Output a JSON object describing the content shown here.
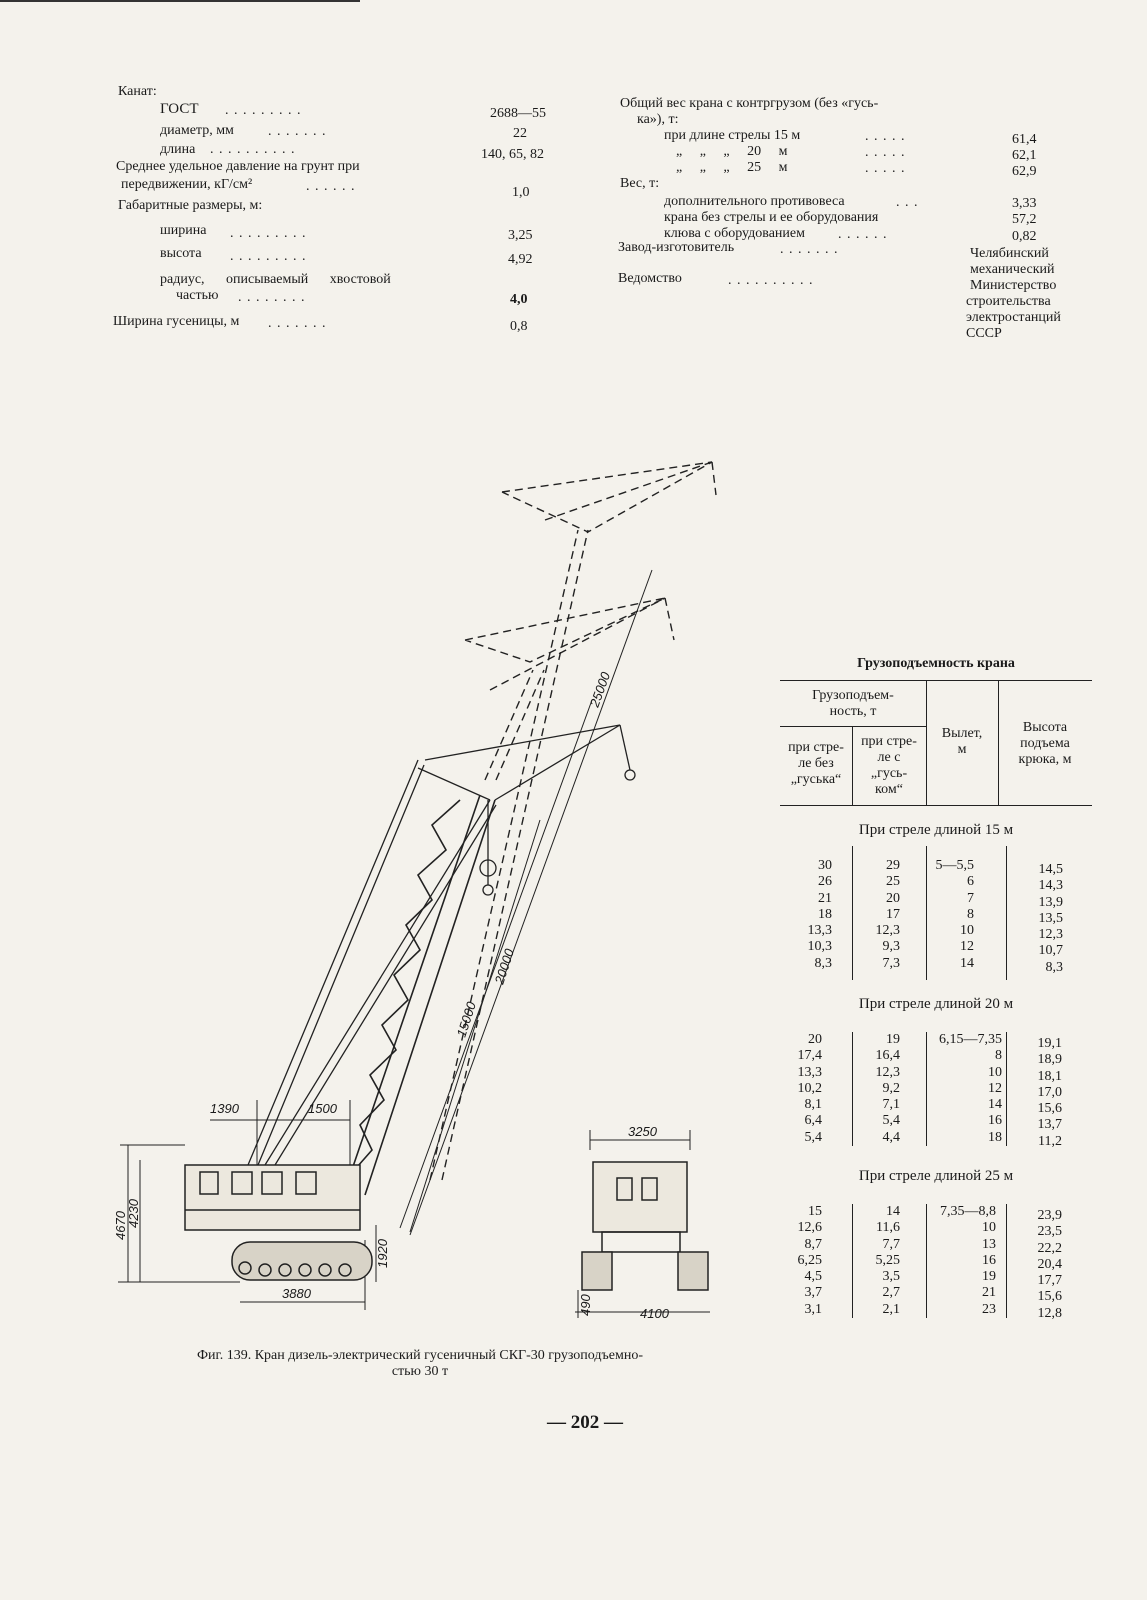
{
  "left_specs": {
    "kanat": "Канат:",
    "gost_label": "ГОСТ",
    "gost_value": "2688—55",
    "diameter_label": "диаметр, мм",
    "diameter_value": "22",
    "length_label": "длина",
    "length_value": "140, 65, 82",
    "pressure_label_1": "Среднее удельное давление на грунт при",
    "pressure_label_2": "передвижении, кГ/см²",
    "pressure_value": "1,0",
    "dims_label": "Габаритные размеры, м:",
    "width_label": "ширина",
    "width_value": "3,25",
    "height_label": "высота",
    "height_value": "4,92",
    "radius_label_1": "радиус, описываемый хвостовой",
    "radius_label_2": "частью",
    "radius_value": "4,0",
    "track_label": "Ширина гусеницы, м",
    "track_value": "0,8"
  },
  "right_specs": {
    "total_label_1": "Общий вес крана с контргрузом (без «гусь-",
    "total_label_2": "ка»), т:",
    "boom15_label": "при длине стрелы 15 м",
    "boom15_value": "61,4",
    "boom20_label": "„ „ „ 20 м",
    "boom20_value": "62,1",
    "boom25_label": "„ „ „ 25 м",
    "boom25_value": "62,9",
    "weight_label": "Вес, т:",
    "counter_label": "дополнительного противовеса",
    "counter_value": "3,33",
    "noboom_label": "крана без стрелы и ее оборудования",
    "noboom_value": "57,2",
    "jib_label": "клюва с оборудованием",
    "jib_value": "0,82",
    "maker_label": "Завод-изготовитель",
    "maker_value_1": "Челябинский",
    "maker_value_2": "механический",
    "dept_label": "Ведомство",
    "dept_value_1": "Министерство",
    "dept_value_2": "строительства",
    "dept_value_3": "электростанций",
    "dept_value_4": "СССР"
  },
  "capacity_table": {
    "title": "Грузоподъемность крана",
    "h_group_1": "Грузоподъем-",
    "h_group_2": "ность, т",
    "h_nojib_1": "при стре-",
    "h_nojib_2": "ле без",
    "h_nojib_3": "„гуська“",
    "h_jib_1": "при стре-",
    "h_jib_2": "ле с",
    "h_jib_3": "„гусь-",
    "h_jib_4": "ком“",
    "h_reach_1": "Вылет,",
    "h_reach_2": "м",
    "h_height_1": "Высота",
    "h_height_2": "подъема",
    "h_height_3": "крюка, м",
    "g15": {
      "title": "При стреле длиной 15 м",
      "nojib": "30\n26\n21\n18\n13,3\n10,3\n8,3",
      "jib": "29\n25\n20\n17\n12,3\n9,3\n7,3",
      "reach": "5—5,5\n6\n7\n8\n10\n12\n14",
      "height": "14,5\n14,3\n13,9\n13,5\n12,3\n10,7\n8,3"
    },
    "g20": {
      "title": "При стреле длиной 20 м",
      "nojib": "20\n17,4\n13,3\n10,2\n8,1\n6,4\n5,4",
      "jib": "19\n16,4\n12,3\n9,2\n7,1\n5,4\n4,4",
      "reach": "6,15—7,35\n8\n10\n12\n14\n16\n18",
      "height": "19,1\n18,9\n18,1\n17,0\n15,6\n13,7\n11,2"
    },
    "g25": {
      "title": "При стреле длиной 25 м",
      "nojib": "15\n12,6\n8,7\n6,25\n4,5\n3,7\n3,1",
      "jib": "14\n11,6\n7,7\n5,25\n3,5\n2,7\n2,1",
      "reach": "7,35—8,8\n10\n13\n16\n19\n21\n23",
      "height": "23,9\n23,5\n22,2\n20,4\n17,7\n15,6\n12,8"
    }
  },
  "drawing": {
    "dim_25000": "25000",
    "dim_20000": "20000",
    "dim_15000": "15000",
    "dim_1390": "1390",
    "dim_1500": "1500",
    "dim_4670": "4670",
    "dim_4230": "4230",
    "dim_1920": "1920",
    "dim_3880": "3880",
    "dim_3250": "3250",
    "dim_490": "490",
    "dim_4100": "4100"
  },
  "caption": {
    "line1": "Фиг. 139. Кран дизель-электрический гусеничный СКГ-30 грузоподъемно-",
    "line2": "стью 30 т"
  },
  "page_number": "— 202 —"
}
